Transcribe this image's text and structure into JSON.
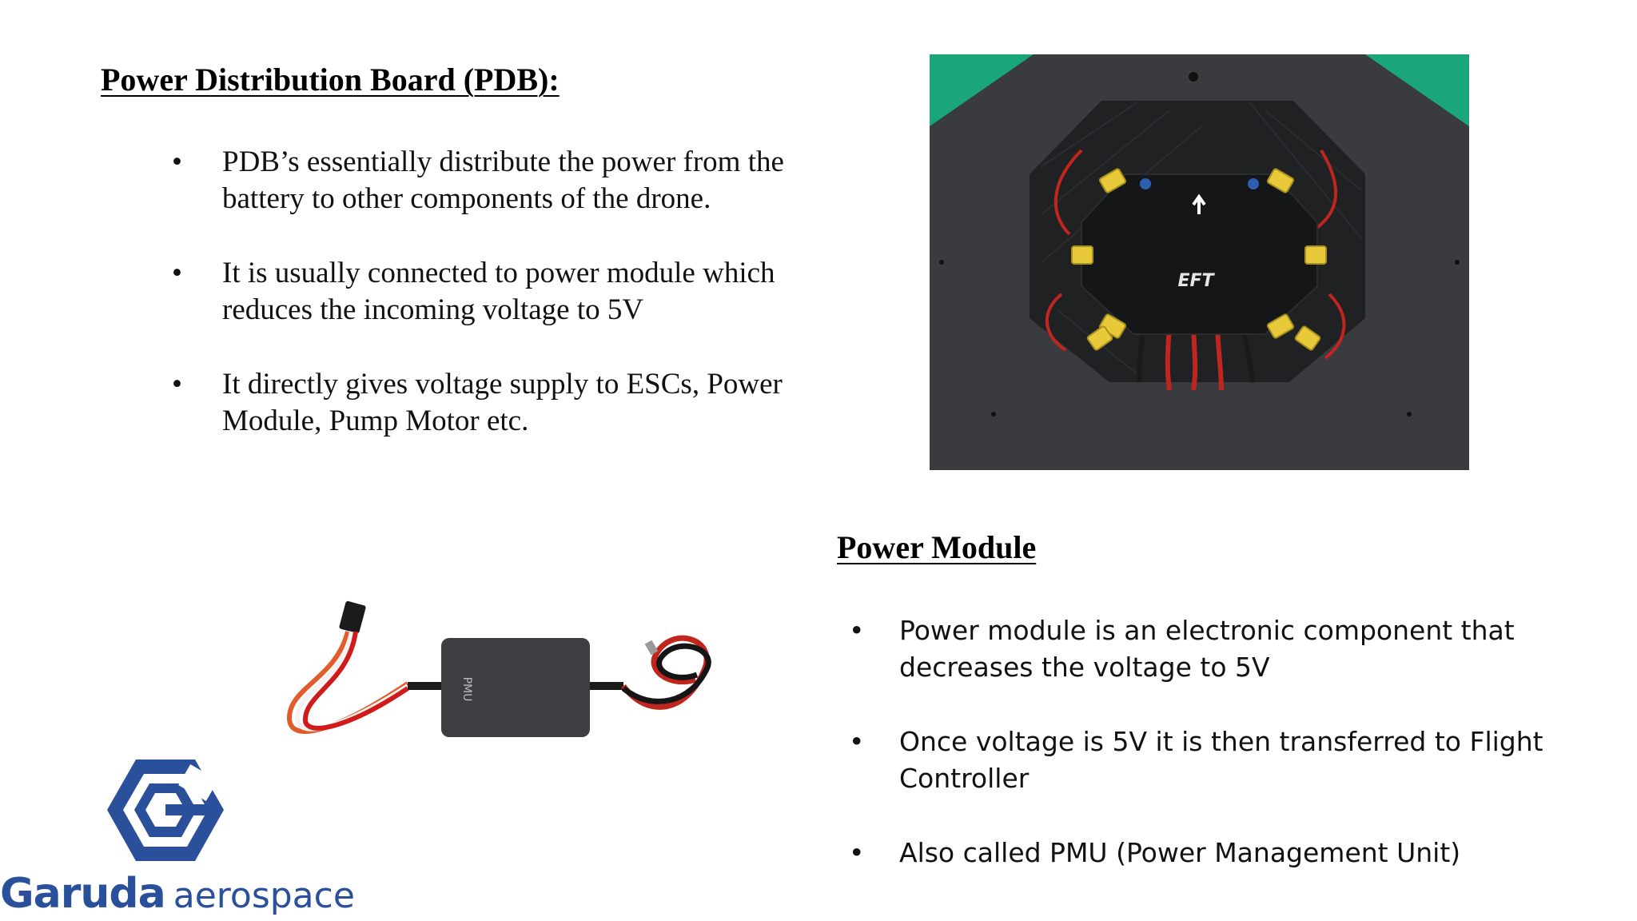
{
  "pdb": {
    "title": "Power Distribution Board (PDB):",
    "bullet_glyph": "•",
    "bullets": [
      "PDB’s essentially distribute the power from the battery to other components of the drone.",
      "It is usually connected to power module which reduces the incoming voltage to 5V",
      "It directly gives voltage supply to ESCs, Power Module, Pump Motor etc."
    ],
    "photo": {
      "board_label": "EFT",
      "colors": {
        "accent_green": "#1aa67a",
        "plate": "#3a3b3e",
        "connector": "#e7c93a",
        "wire_red": "#c0261e"
      }
    }
  },
  "power_module": {
    "title": "Power Module",
    "bullet_glyph": "•",
    "bullets": [
      "Power module is an electronic component that decreases the voltage to 5V",
      "Once voltage is 5V it is then transferred to Flight Controller",
      "Also called PMU (Power Management Unit)"
    ],
    "photo": {
      "device_label": "PMU"
    }
  },
  "logo": {
    "name_bold": "Garuda",
    "name_light": "aerospace",
    "icon": "garuda-hexagon-g-icon",
    "brand_color": "#2a4f9b"
  }
}
